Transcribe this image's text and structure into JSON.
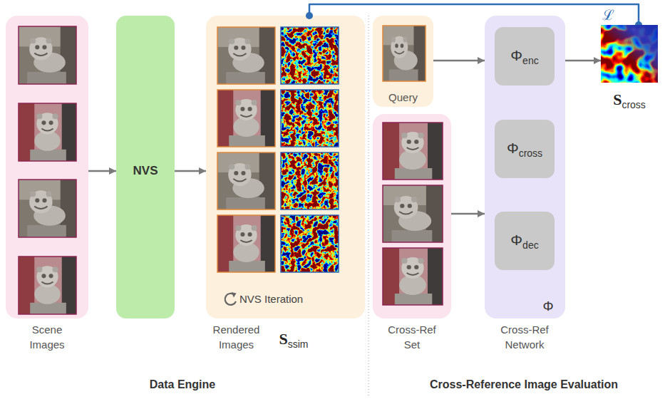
{
  "diagram": {
    "nodes": [
      {
        "text": [
          "Scene Images"
        ]
      },
      {
        "text": [
          "NVS"
        ]
      },
      {
        "text": [
          "NVS Iteration",
          "Rendered Images",
          "S",
          "ssim"
        ]
      },
      {
        "text": [
          "Query"
        ]
      },
      {
        "text": [
          "Cross-Ref Set"
        ]
      },
      {
        "text": [
          "Φ",
          "Cross-Ref Network"
        ]
      },
      {
        "text": [
          "Φ",
          "enc"
        ],
        "in": 5
      },
      {
        "text": [
          "Φ",
          "cross"
        ],
        "in": 5
      },
      {
        "text": [
          "Φ",
          "dec"
        ],
        "in": 5
      },
      {
        "text": [
          "S",
          "cross"
        ]
      }
    ],
    "edges": [
      {
        "from": 0,
        "to": 1,
        "arrow": "to"
      },
      {
        "from": 1,
        "to": 2,
        "arrow": "to"
      },
      {
        "from": 2,
        "to": 9,
        "arrow": "none",
        "label": "ℒ"
      },
      {
        "from": 3,
        "to": 5,
        "arrow": "to"
      },
      {
        "from": 4,
        "to": 5,
        "arrow": "to"
      },
      {
        "from": 5,
        "to": 9,
        "arrow": "to"
      }
    ],
    "labels": [
      "Data Engine",
      "Cross-Reference Image Evaluation"
    ]
  }
}
